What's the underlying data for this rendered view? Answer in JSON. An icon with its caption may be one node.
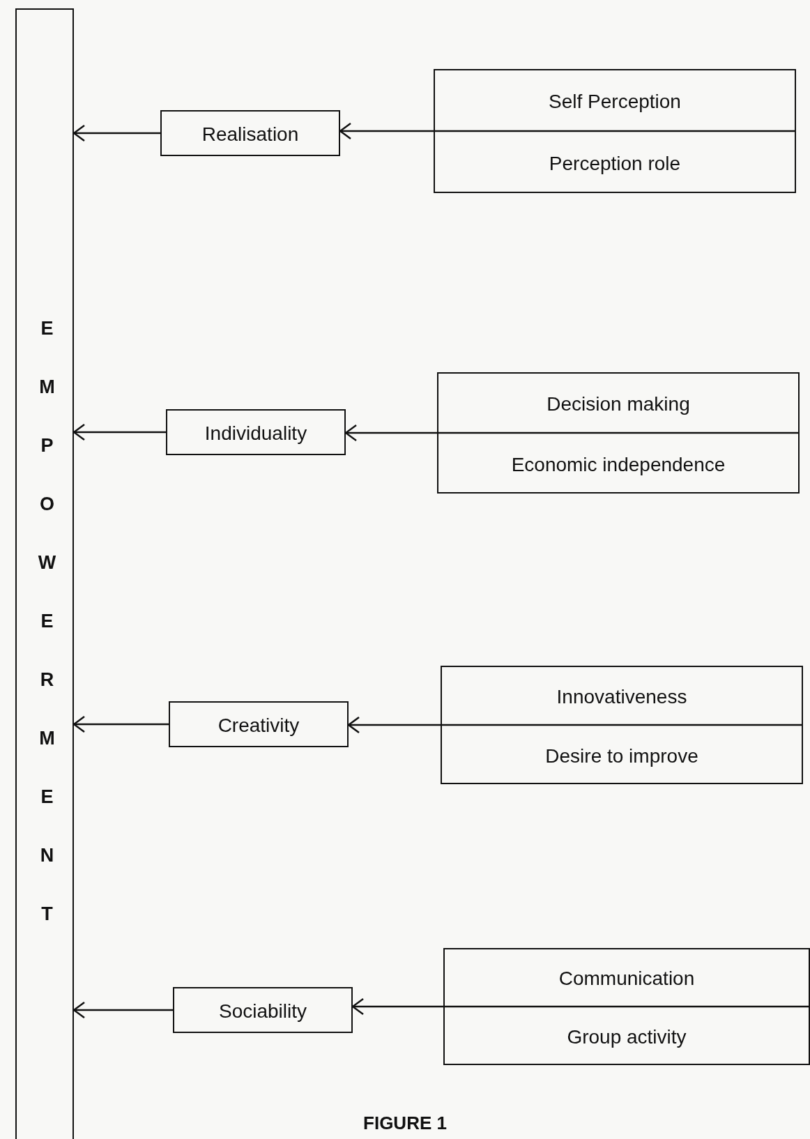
{
  "diagram": {
    "caption": "FIGURE 1",
    "nodes": [
      {
        "text": [
          "EMPOWERMENT"
        ]
      },
      {
        "text": [
          "Realisation"
        ]
      },
      {
        "text": [
          "Self Perception",
          "Perception role"
        ]
      },
      {
        "text": [
          "Individuality"
        ]
      },
      {
        "text": [
          "Decision making",
          "Economic independence"
        ]
      },
      {
        "text": [
          "Creativity"
        ]
      },
      {
        "text": [
          "Innovativeness",
          "Desire to improve"
        ]
      },
      {
        "text": [
          "Sociability"
        ]
      },
      {
        "text": [
          "Communication",
          "Group activity"
        ]
      }
    ],
    "edges": [
      {
        "from": 2,
        "to": 1,
        "arrow": "to"
      },
      {
        "from": 1,
        "to": 0,
        "arrow": "to"
      },
      {
        "from": 4,
        "to": 3,
        "arrow": "to"
      },
      {
        "from": 3,
        "to": 0,
        "arrow": "to"
      },
      {
        "from": 6,
        "to": 5,
        "arrow": "to"
      },
      {
        "from": 5,
        "to": 0,
        "arrow": "to"
      },
      {
        "from": 8,
        "to": 7,
        "arrow": "to"
      },
      {
        "from": 7,
        "to": 0,
        "arrow": "to"
      }
    ]
  }
}
